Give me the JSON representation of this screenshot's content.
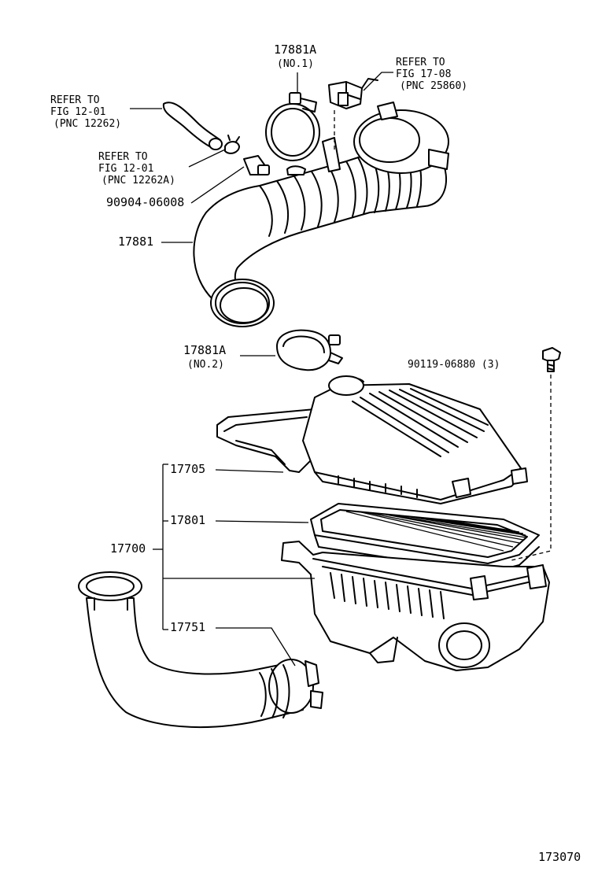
{
  "labels": {
    "clamp_no1_part": "17881A",
    "clamp_no1_note": "(NO.1)",
    "refer_17_08_line1": "REFER TO",
    "refer_17_08_line2": "FIG 17-08",
    "refer_17_08_line3": "(PNC 25860)",
    "refer_12262_line1": "REFER TO",
    "refer_12262_line2": "FIG 12-01",
    "refer_12262_line3": "(PNC 12262)",
    "refer_12262a_line1": "REFER TO",
    "refer_12262a_line2": "FIG 12-01",
    "refer_12262a_line3": "(PNC 12262A)",
    "sensor_part": "90904-06008",
    "hose_part": "17881",
    "clamp_no2_part": "17881A",
    "clamp_no2_note": "(NO.2)",
    "bolt_part": "90119-06880 (3)",
    "cap_part": "17705",
    "filter_part": "17801",
    "assembly_part": "17700",
    "inlet_part": "17751",
    "figure_number": "173070"
  }
}
